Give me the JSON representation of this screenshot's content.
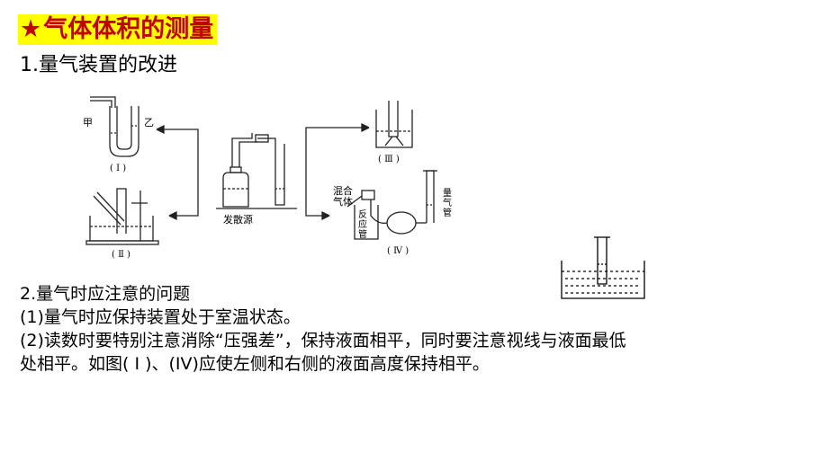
{
  "title": {
    "star": "★",
    "text": "气体体积的测量"
  },
  "section1": {
    "heading": "1.量气装置的改进"
  },
  "diagram": {
    "label_jia": "甲",
    "label_yi": "乙",
    "label_I": "( Ⅰ )",
    "label_II": "( Ⅱ )",
    "label_III": "( Ⅲ )",
    "label_IV": "( Ⅳ )",
    "label_source": "发散源",
    "label_mixed_1": "混合",
    "label_mixed_2": "气体",
    "label_reaction_1": "反",
    "label_reaction_2": "应",
    "label_reaction_3": "管",
    "label_gas_tube_1": "量",
    "label_gas_tube_2": "气",
    "label_gas_tube_3": "管"
  },
  "section2": {
    "heading": "2.量气时应注意的问题",
    "point1": "(1)量气时应保持装置处于室温状态。",
    "point2_line1": "(2)读数时要特别注意消除“压强差”，保持液面相平，同时要注意视线与液面最低",
    "point2_line2": "处相平。如图( Ⅰ )、(IV)应使左侧和右侧的液面高度保持相平。"
  }
}
